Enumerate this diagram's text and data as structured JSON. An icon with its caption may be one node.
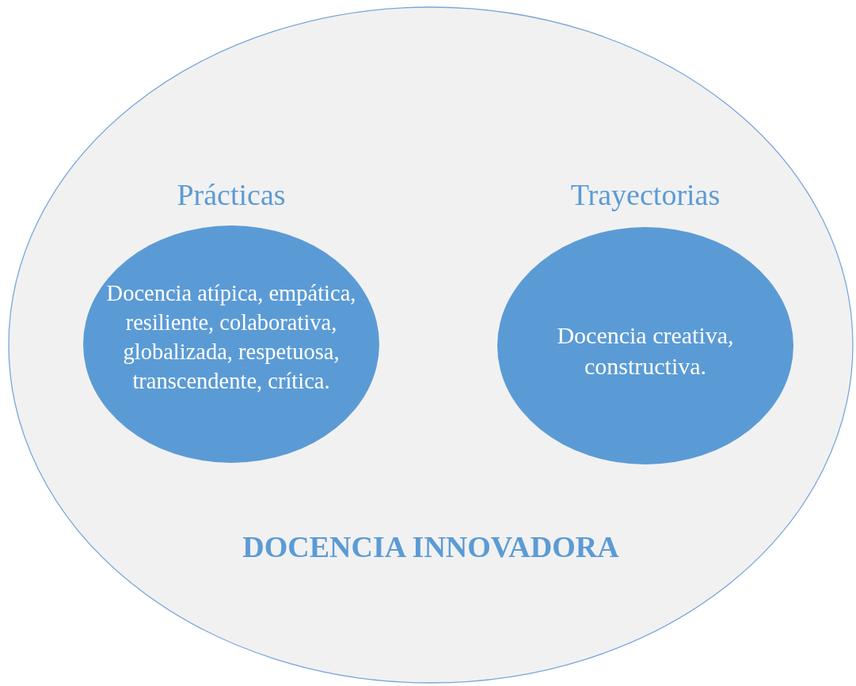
{
  "diagram": {
    "nodes": [
      {
        "text": [
          "DOCENCIA INNOVADORA"
        ]
      },
      {
        "text": [
          "Prácticas",
          "Docencia atípica, empática, resiliente, colaborativa, globalizada, respetuosa, transcendente, crítica."
        ],
        "in": 0
      },
      {
        "text": [
          "Trayectorias",
          "Docencia creativa, constructiva."
        ],
        "in": 0
      }
    ]
  }
}
